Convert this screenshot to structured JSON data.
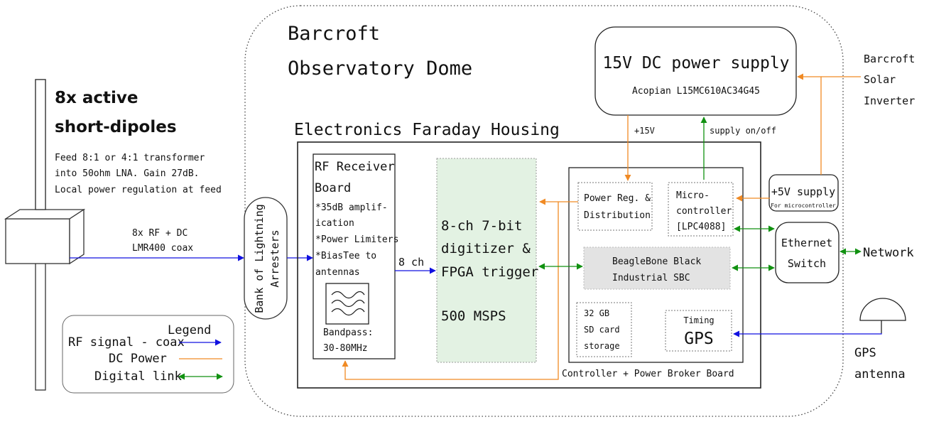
{
  "colors": {
    "rf": "#1010e0",
    "dc": "#f08a24",
    "digital": "#119111",
    "fpga_fill": "#e3f2e3",
    "sbc_fill": "#e3e3e3"
  },
  "antenna": {
    "title_line1": "8x active",
    "title_line2": "short-dipoles",
    "desc_line1": "Feed 8:1 or 4:1 transformer",
    "desc_line2": "into 50ohm LNA. Gain 27dB.",
    "desc_line3": "Local power regulation at feed"
  },
  "cable": {
    "line1": "8x RF + DC",
    "line2": "LMR400 coax"
  },
  "dome": {
    "title_line1": "Barcroft",
    "title_line2": "Observatory Dome"
  },
  "lightning": {
    "line1": "Bank of Lightning",
    "line2": "Arresters"
  },
  "housing": {
    "title": "Electronics Faraday Housing"
  },
  "rf_board": {
    "title_line1": "RF Receiver",
    "title_line2": "Board",
    "items": [
      "*35dB amplif-",
      "ication",
      "*Power Limiters",
      "*BiasTee to",
      "antennas"
    ],
    "bandpass_line1": "Bandpass:",
    "bandpass_line2": "30-80MHz"
  },
  "channel_label": "8 ch",
  "fpga": {
    "line1": "8-ch 7-bit",
    "line2": "digitizer &",
    "line3": "FPGA trigger",
    "rate": "500 MSPS"
  },
  "controller": {
    "label": "Controller + Power Broker  Board",
    "power_reg_line1": "Power Reg. &",
    "power_reg_line2": "Distribution",
    "micro_line1": "Micro-",
    "micro_line2": "controller",
    "micro_line3": "[LPC4088]",
    "sbc_line1": "BeagleBone Black",
    "sbc_line2": "Industrial SBC",
    "sd_line1": "32 GB",
    "sd_line2": "SD card",
    "sd_line3": "storage",
    "timing_label": "Timing",
    "gps_label": "GPS"
  },
  "psu": {
    "title": "15V DC power supply",
    "model": "Acopian L15MC610AC34G45"
  },
  "psu_labels": {
    "v15": "+15V",
    "onoff": "supply on/off"
  },
  "supply5v": {
    "title": "+5V supply",
    "sub": "For microcontroller"
  },
  "ethernet": {
    "line1": "Ethernet",
    "line2": "Switch"
  },
  "network_label": "Network",
  "solar": {
    "line1": "Barcroft",
    "line2": "Solar",
    "line3": "Inverter"
  },
  "gps_antenna": {
    "line1": "GPS",
    "line2": "antenna"
  },
  "legend": {
    "title": "Legend",
    "rf": "RF signal - coax",
    "dc": "DC Power",
    "digital": "Digital link"
  }
}
